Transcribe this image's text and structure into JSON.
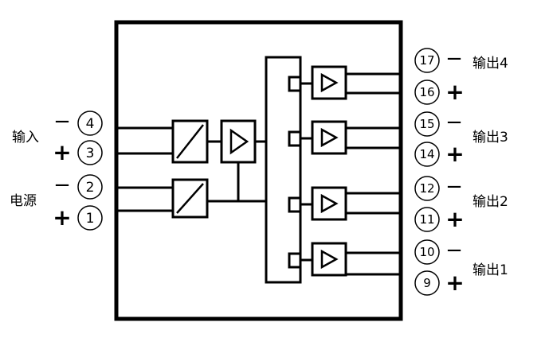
{
  "left_groups": [
    {
      "label": "输入",
      "pins": [
        {
          "num": "4",
          "polarity": "−"
        },
        {
          "num": "3",
          "polarity": "+"
        }
      ]
    },
    {
      "label": "电源",
      "pins": [
        {
          "num": "2",
          "polarity": "−"
        },
        {
          "num": "1",
          "polarity": "+"
        }
      ]
    }
  ],
  "right_groups": [
    {
      "label": "输出4",
      "pins": [
        {
          "num": "17",
          "polarity": "−"
        },
        {
          "num": "16",
          "polarity": "+"
        }
      ]
    },
    {
      "label": "输出3",
      "pins": [
        {
          "num": "15",
          "polarity": "−"
        },
        {
          "num": "14",
          "polarity": "+"
        }
      ]
    },
    {
      "label": "输出2",
      "pins": [
        {
          "num": "12",
          "polarity": "−"
        },
        {
          "num": "11",
          "polarity": "+"
        }
      ]
    },
    {
      "label": "输出1",
      "pins": [
        {
          "num": "10",
          "polarity": "−"
        },
        {
          "num": "9",
          "polarity": "+"
        }
      ]
    }
  ],
  "blocks": {
    "isolator_symbol": "isolation-converter-icon",
    "amplifier_symbol": "amplifier-triangle-icon"
  }
}
